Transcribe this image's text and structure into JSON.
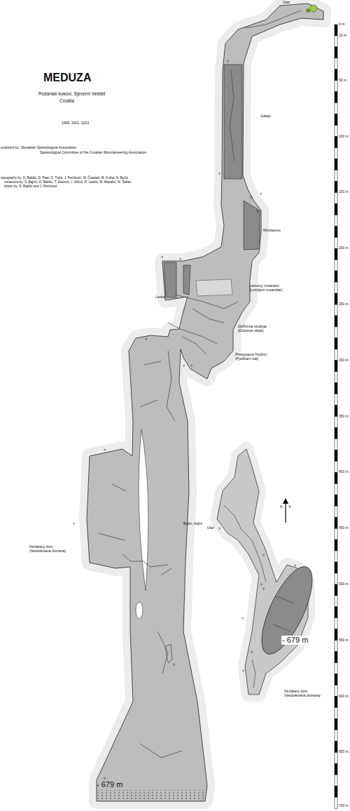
{
  "diagram": {
    "title": "MEDUZA",
    "labels": [
      "Rožanski kukovi, Sjeverni Velebit",
      "Croatia",
      "1999, 2001, 2003",
      "explored by: Slovakian Speleological Association",
      "Speleological Committee of the Croatian Mountaineering Association",
      "topography by: D. Bakšić, D. Paar, D. Trdra, J. Petričević, M. Čepelak, M. Kuhta, N. Bočić",
      "measured by: S. Bajnić, D. Bakšić, T. Dasović, I. Jelinić, D. Laušić, M. Mačašić, M. Šaban",
      "drawn by: D. Bakšić and J. Petričević",
      "Ulaz",
      "Galeje",
      "Minotaurus",
      "Lenka",
      "Lomeny meander (Lomljeni meandar)",
      "Delfinnia studnja (Dupinov skok)",
      "Presypacie hodiny (Pješčani sat)",
      "Bojim, bojim",
      "Nečakany dom (Neočekivana dvorana)",
      "- 679 m",
      "Ulaz",
      "- 679 m",
      "Nečakany dom (Neočekivana dvorana)",
      "N",
      "S",
      "0 m",
      "10 m",
      "50 m",
      "100 m",
      "150 m",
      "200 m",
      "250 m",
      "300 m",
      "350 m",
      "400 m",
      "450 m",
      "500 m",
      "550 m",
      "600 m",
      "650 m",
      "700 m",
      "?",
      "?",
      "?",
      "?",
      "?",
      "?",
      "?",
      "?",
      "?",
      "?",
      "?",
      "?",
      "?",
      "?",
      "?",
      "?",
      "?",
      "?",
      "?",
      "?",
      "?",
      "?"
    ]
  }
}
